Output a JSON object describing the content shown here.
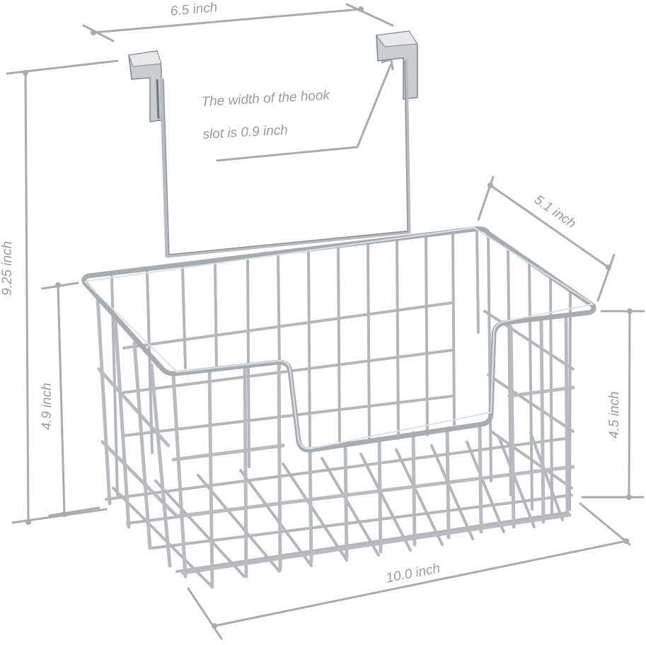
{
  "image": {
    "subject": "over-the-door wire storage basket with hooks",
    "background_color": "#ffffff",
    "wire_color": "#b8bcc0",
    "annotation_color": "#a9acab",
    "text_color": "#9a9c9c"
  },
  "dimensions": {
    "hook_spacing": "6.5 inch",
    "total_height": "9.25 inch",
    "basket_front_height": "4.9 inch",
    "basket_depth": "5.1 inch",
    "basket_back_height": "4.5 inch",
    "basket_width": "10.0 inch"
  },
  "note": {
    "line1": "The width of the hook",
    "line2": "slot is 0.9 inch"
  }
}
